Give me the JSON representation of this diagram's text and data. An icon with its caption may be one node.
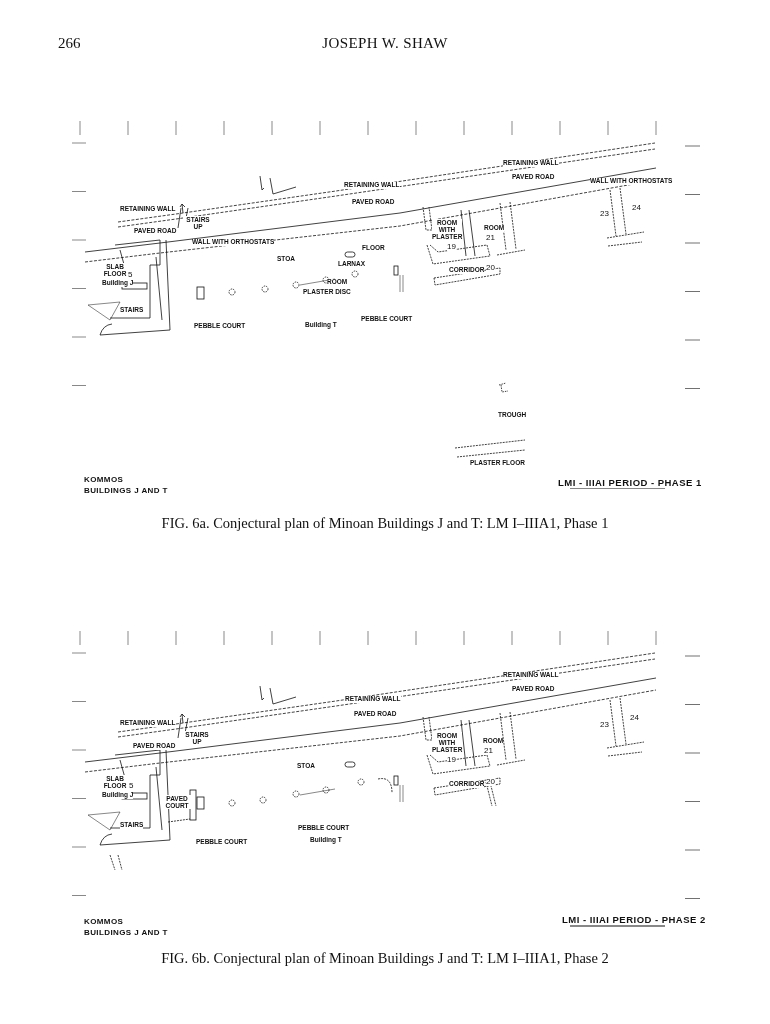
{
  "diagram": {
    "labels": [
      "266",
      "JOSEPH W. SHAW",
      "RETAINING WALL",
      "STAIRS UP",
      "RETAINING WALL",
      "PAVED ROAD",
      "PAVED ROAD",
      "WALL WITH ORTHOSTATS",
      "RETAINING WALL",
      "PAVED ROAD",
      "WALL WITH ORTHOSTATS",
      "STOA",
      "FLOOR",
      "LARNAX",
      "ROOM WITH PLASTER",
      "19",
      "ROOM",
      "21",
      "23",
      "24",
      "CORRIDOR",
      "20",
      "SLAB FLOOR",
      "5",
      "Building J",
      "ROOM",
      "PLASTER DISC",
      "STAIRS",
      "PEBBLE COURT",
      "Building T",
      "PEBBLE COURT",
      "TROUGH",
      "PLASTER FLOOR",
      "KOMMOS",
      "BUILDINGS J AND T",
      "LMI - IIIAI PERIOD - PHASE 1",
      "FIG. 6a. Conjectural plan of Minoan Buildings J and T: LM I–IIIA1, Phase 1",
      "RETAINING WALL",
      "STAIRS UP",
      "RETAINING WALL",
      "PAVED ROAD",
      "PAVED ROAD",
      "RETAINING WALL",
      "PAVED ROAD",
      "STOA",
      "ROOM WITH PLASTER",
      "19",
      "ROOM",
      "21",
      "23",
      "24",
      "CORRIDOR",
      "20",
      "SLAB FLOOR",
      "5",
      "Building J",
      "PAVED COURT",
      "STAIRS",
      "PEBBLE COURT",
      "PEBBLE COURT",
      "Building T",
      "KOMMOS",
      "BUILDINGS J AND T",
      "LMI - IIIAI PERIOD - PHASE 2",
      "FIG. 6b. Conjectural plan of Minoan Buildings J and T: LM I–IIIA1, Phase 2"
    ]
  }
}
